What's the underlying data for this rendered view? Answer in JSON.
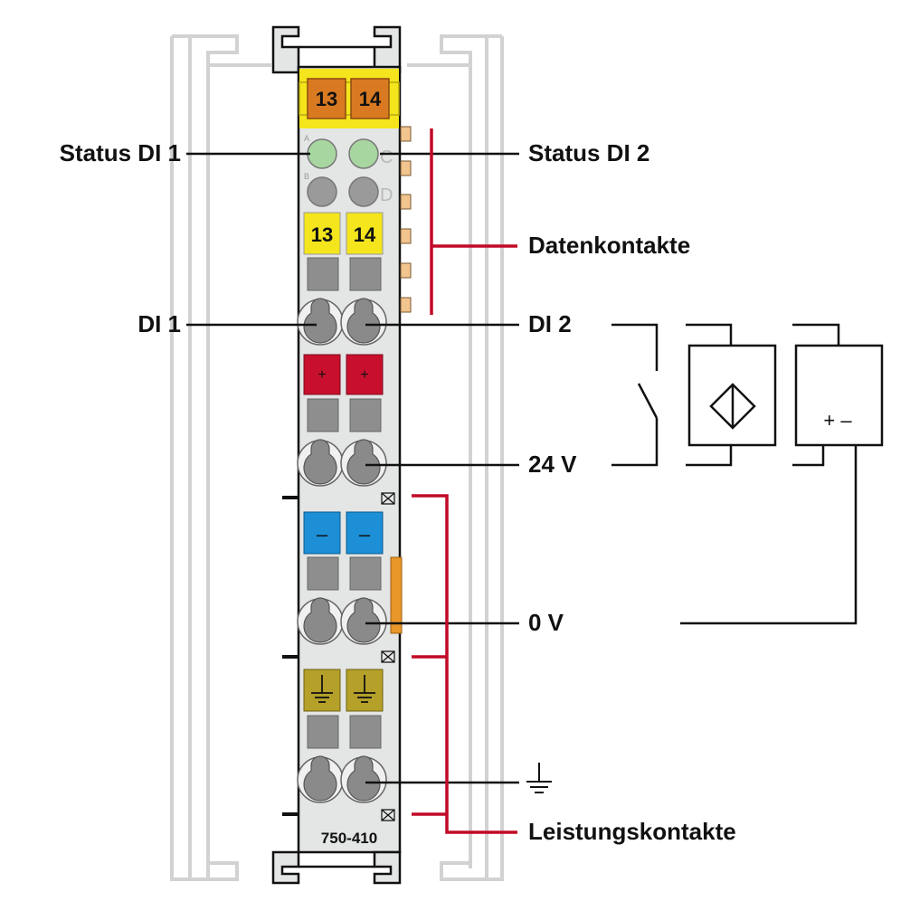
{
  "module": {
    "model": "750-410",
    "top_marker_left": "13",
    "top_marker_right": "14",
    "key_left": "13",
    "key_right": "14",
    "plus_left": "+",
    "plus_right": "+",
    "minus_left": "–",
    "minus_right": "–",
    "led_letters": [
      "A",
      "B",
      "C",
      "D"
    ]
  },
  "labels": {
    "status_di1": "Status DI 1",
    "status_di2": "Status DI 2",
    "datenkontakte": "Datenkontakte",
    "di1": "DI 1",
    "di2": "DI 2",
    "v24": "24 V",
    "v0": "0 V",
    "leistungskontakte": "Leistungskontakte"
  },
  "circuit": {
    "supply_symbol": "+ –"
  },
  "colors": {
    "housing": "#e4e5e5",
    "rail": "#d0d0d0",
    "yellow_marker": "#f4e51c",
    "orange_marker": "#d97a22",
    "led_green": "#a8d6a0",
    "led_grey": "#9a9a9a",
    "red_key": "#c8102e",
    "blue_key": "#1c8fd6",
    "olive_key": "#b5a02a",
    "accent_line": "#c10a27",
    "line": "#111111"
  }
}
